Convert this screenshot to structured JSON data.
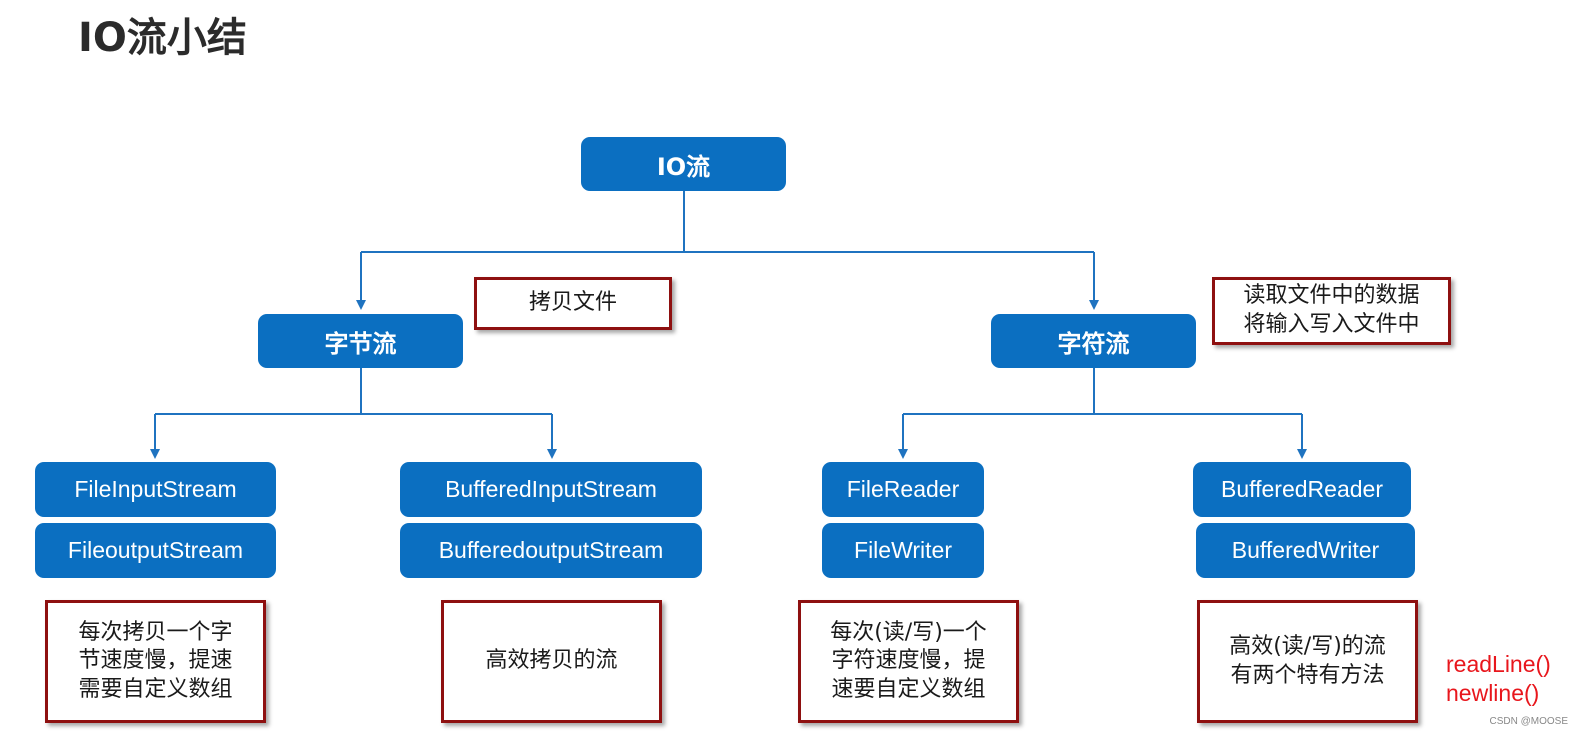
{
  "title": "IO流小结",
  "colors": {
    "box_fill": "#0b6fc1",
    "box_text": "#ffffff",
    "note_border": "#8e1010",
    "method_text": "#e8161c",
    "connector": "#1f73c0"
  },
  "root": {
    "label": "IO流"
  },
  "branches": {
    "byte": {
      "label": "字节流",
      "note": "拷贝文件",
      "children": {
        "basic": {
          "input": "FileInputStream",
          "output": "FileoutputStream",
          "note": "每次拷贝一个字\n节速度慢，提速\n需要自定义数组"
        },
        "buffered": {
          "input": "BufferedInputStream",
          "output": "BufferedoutputStream",
          "note": "高效拷贝的流"
        }
      }
    },
    "char": {
      "label": "字符流",
      "note": "读取文件中的数据\n将输入写入文件中",
      "children": {
        "basic": {
          "input": "FileReader",
          "output": "FileWriter",
          "note": "每次(读/写)一个\n字符速度慢，提\n速要自定义数组"
        },
        "buffered": {
          "input": "BufferedReader",
          "output": "BufferedWriter",
          "note": "高效(读/写)的流\n有两个特有方法"
        }
      }
    }
  },
  "special_methods": [
    "readLine()",
    "newline()"
  ],
  "watermark": "CSDN @MOOSE"
}
